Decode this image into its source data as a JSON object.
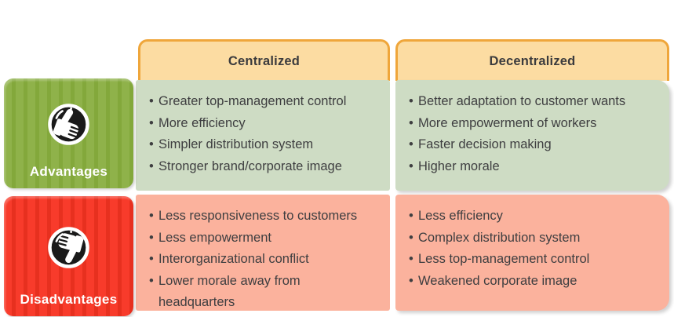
{
  "headers": {
    "centralized": "Centralized",
    "decentralized": "Decentralized"
  },
  "rows": {
    "advantages": {
      "label": "Advantages",
      "icon": "thumbs-up-icon",
      "centralized_items": [
        "Greater top-management control",
        "More efficiency",
        "Simpler distribution system",
        "Stronger brand/corporate image"
      ],
      "decentralized_items": [
        "Better adaptation to customer wants",
        "More empowerment of workers",
        "Faster decision making",
        "Higher morale"
      ]
    },
    "disadvantages": {
      "label": "Disadvantages",
      "icon": "thumbs-down-icon",
      "centralized_items": [
        "Less responsiveness to customers",
        "Less empowerment",
        "Interorganizational conflict",
        "Lower morale away from headquarters"
      ],
      "decentralized_items": [
        "Less efficiency",
        "Complex distribution system",
        "Less top-management control",
        "Weakened corporate image"
      ]
    }
  },
  "colors": {
    "header_fill": "#fcdca2",
    "header_border": "#efa63b",
    "advantage_cell": "#cedcc4",
    "disadvantage_cell": "#fbb29d",
    "advantage_stripe_light": "#8fb24a",
    "advantage_stripe_dark": "#83a83b",
    "disadvantage_stripe_light": "#f83b2b",
    "disadvantage_stripe_dark": "#e7301f",
    "text": "#3e3e40",
    "label_text": "#ffffff",
    "icon_circle": "#1a1a1a"
  }
}
